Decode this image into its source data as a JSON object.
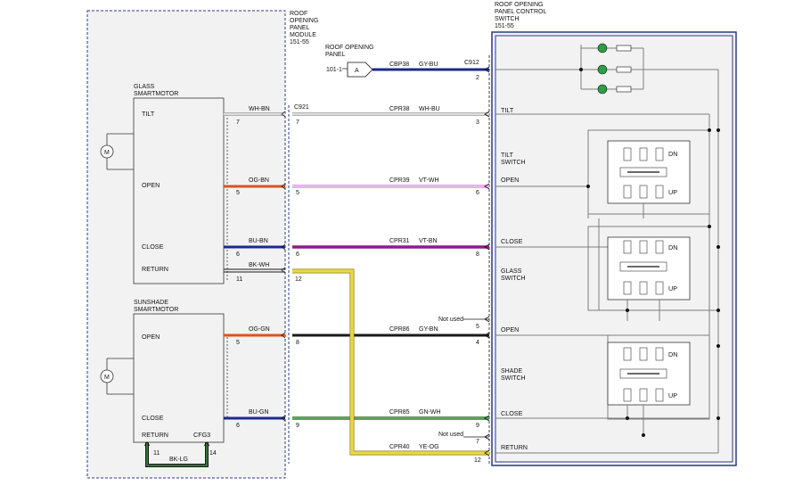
{
  "modules": {
    "roof_module": [
      "ROOF",
      "OPENING",
      "PANEL",
      "MODULE",
      "151-55"
    ],
    "control_switch": [
      "ROOF OPENING",
      "PANEL CONTROL",
      "SWITCH",
      "151-55"
    ],
    "roof_panel": [
      "ROOF OPENING",
      "PANEL"
    ],
    "glass_motor": [
      "GLASS",
      "SMARTMOTOR"
    ],
    "sunshade_motor": [
      "SUNSHADE",
      "SMARTMOTOR"
    ],
    "tilt_switch": [
      "TILT",
      "SWITCH"
    ],
    "glass_switch": [
      "GLASS",
      "SWITCH"
    ],
    "shade_switch": [
      "SHADE",
      "SWITCH"
    ]
  },
  "connectors": {
    "c921": "C921",
    "c912": "C912",
    "cfg3": "CFG3",
    "ref": "101-1",
    "ref_letter": "A"
  },
  "motor_symbol": "M",
  "glass_labels": {
    "tilt": "TILT",
    "open": "OPEN",
    "close": "CLOSE",
    "return": "RETURN"
  },
  "shade_labels": {
    "open": "OPEN",
    "close": "CLOSE",
    "return": "RETURN"
  },
  "switch_labels": {
    "tilt": "TILT",
    "open": "OPEN",
    "close": "CLOSE",
    "open2": "OPEN",
    "close2": "CLOSE",
    "return": "RETURN"
  },
  "contacts": {
    "dn": "DN",
    "up": "UP"
  },
  "not_used": "Not used",
  "top_circuit": {
    "circuit": "CBP38",
    "color": "GY-BU",
    "pin": "2"
  },
  "left_wires": [
    {
      "color": "WH-BN",
      "pin_a": "7",
      "pin_b": "7"
    },
    {
      "color": "OG-BN",
      "pin_a": "5",
      "pin_b": "5"
    },
    {
      "color": "BU-BN",
      "pin_a": "6",
      "pin_b": "6"
    },
    {
      "color": "BK-WH",
      "pin_a": "11",
      "pin_b": "12"
    },
    {
      "color": "OG-GN",
      "pin_a": "5",
      "pin_b": "8"
    },
    {
      "color": "BU-GN",
      "pin_a": "6",
      "pin_b": "9"
    }
  ],
  "right_wires": [
    {
      "circuit": "CPR38",
      "color": "WH-BU",
      "pin": "3"
    },
    {
      "circuit": "CPR39",
      "color": "VT-WH",
      "pin": "6"
    },
    {
      "circuit": "CPR31",
      "color": "VT-BN",
      "pin": "8"
    },
    {
      "circuit": "",
      "color": "",
      "pin": "5"
    },
    {
      "circuit": "CPR86",
      "color": "GY-BN",
      "pin": "4"
    },
    {
      "circuit": "CPR85",
      "color": "GN-WH",
      "pin": "9"
    },
    {
      "circuit": "",
      "color": "",
      "pin": "7"
    },
    {
      "circuit": "CPR40",
      "color": "YE-OG",
      "pin": "12"
    }
  ],
  "jumper": {
    "color": "BK-LG",
    "pin_a": "11",
    "pin_b": "14"
  },
  "colors": {
    "frame": "#2a3a8a",
    "panel_fill": "#f2f2f2",
    "wire_gray": "#7d7d7d",
    "wire_white": "#dddddd",
    "wire_orange": "#d4571e",
    "wire_navy": "#1b2a8c",
    "wire_pink": "#e38ae3",
    "wire_purple": "#8a1f8c",
    "wire_black": "#1a1a1a",
    "wire_yellow": "#e8d84a",
    "wire_green": "#2c7a2c",
    "wire_greenlight": "#8fcf8f",
    "lamp_green": "#2aa044"
  }
}
